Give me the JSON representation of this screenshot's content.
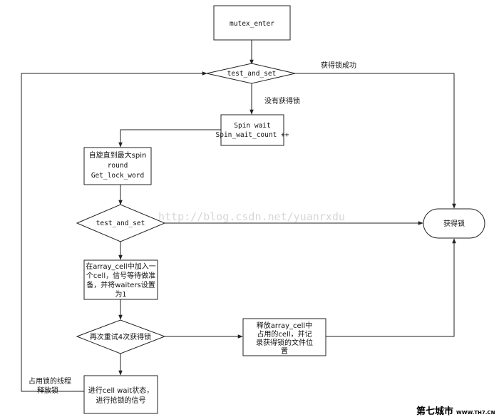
{
  "nodes": {
    "mutex_enter": "mutex_enter",
    "test_and_set_1": "test_and_set",
    "spin_wait": [
      "Spin wait",
      "Spin_wait_count ++"
    ],
    "spin_round": [
      "自旋直到最大spin",
      "round",
      "Get_lock_word"
    ],
    "test_and_set_2": "test_and_set",
    "array_cell": [
      "在array_cell中加入一",
      "个cell，信号等待做准",
      "备，并将waiters设置",
      "为1"
    ],
    "retry": "再次重试4次获得锁",
    "release_cell": [
      "释放array_cell中",
      "占用的cell，并记",
      "录获得锁的文件位",
      "置"
    ],
    "wait_state": [
      "进行cell wait状态，",
      "进行抢锁的信号"
    ],
    "got_lock": "获得锁"
  },
  "edge_labels": {
    "lock_success": "获得锁成功",
    "no_lock": "没有获得锁",
    "owner_release": [
      "占用锁的线程",
      "释放锁"
    ]
  },
  "watermark": "http://blog.csdn.net/yuanrxdu",
  "logo": {
    "main": "第七城市",
    "sub": "WWW.TH7.CN"
  }
}
